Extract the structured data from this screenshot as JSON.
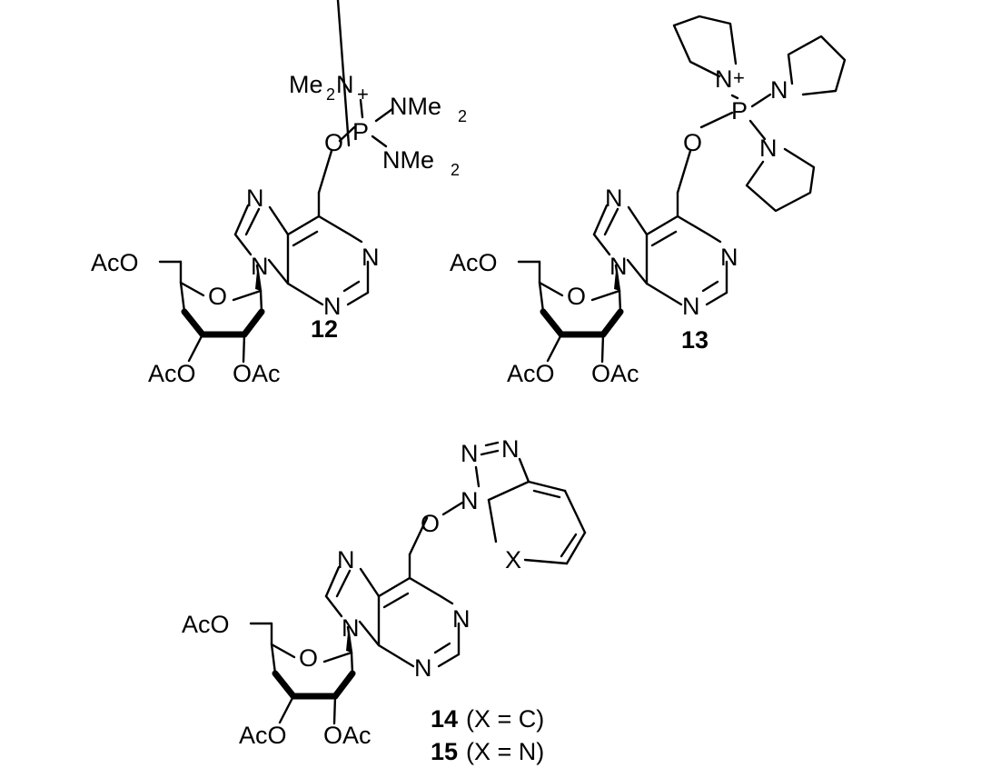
{
  "compounds": [
    {
      "id": "12"
    },
    {
      "id": "13"
    },
    {
      "id": "14",
      "condition": "(X = C)"
    },
    {
      "id": "15",
      "condition": "(X = N)"
    }
  ],
  "labels": {
    "oac": "OAc",
    "aco": "AcO",
    "ring_o": "O",
    "link_o": "O",
    "n": "N",
    "p": "P",
    "x": "X",
    "me2n": "Me",
    "nme": "NMe",
    "two": "2",
    "plus": "+"
  }
}
